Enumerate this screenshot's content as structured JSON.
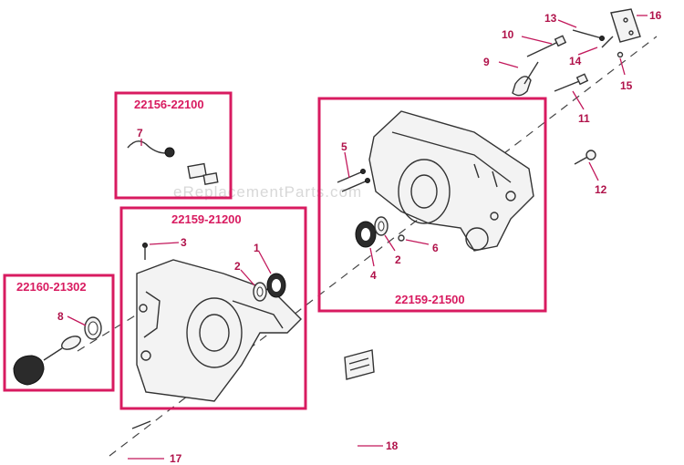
{
  "watermark": "eReplacementParts.com",
  "kits": [
    {
      "id": "kit-a",
      "label": "22156-22100"
    },
    {
      "id": "kit-b",
      "label": "22159-21200"
    },
    {
      "id": "kit-c",
      "label": "22160-21302"
    },
    {
      "id": "kit-d",
      "label": "22159-21500"
    }
  ],
  "callouts": {
    "c1": "1",
    "c2a": "2",
    "c2b": "2",
    "c3": "3",
    "c4": "4",
    "c5": "5",
    "c6": "6",
    "c7": "7",
    "c8": "8",
    "c9": "9",
    "c10": "10",
    "c11": "11",
    "c12": "12",
    "c13": "13",
    "c14": "14",
    "c15": "15",
    "c16": "16",
    "c17": "17",
    "c18": "18"
  }
}
